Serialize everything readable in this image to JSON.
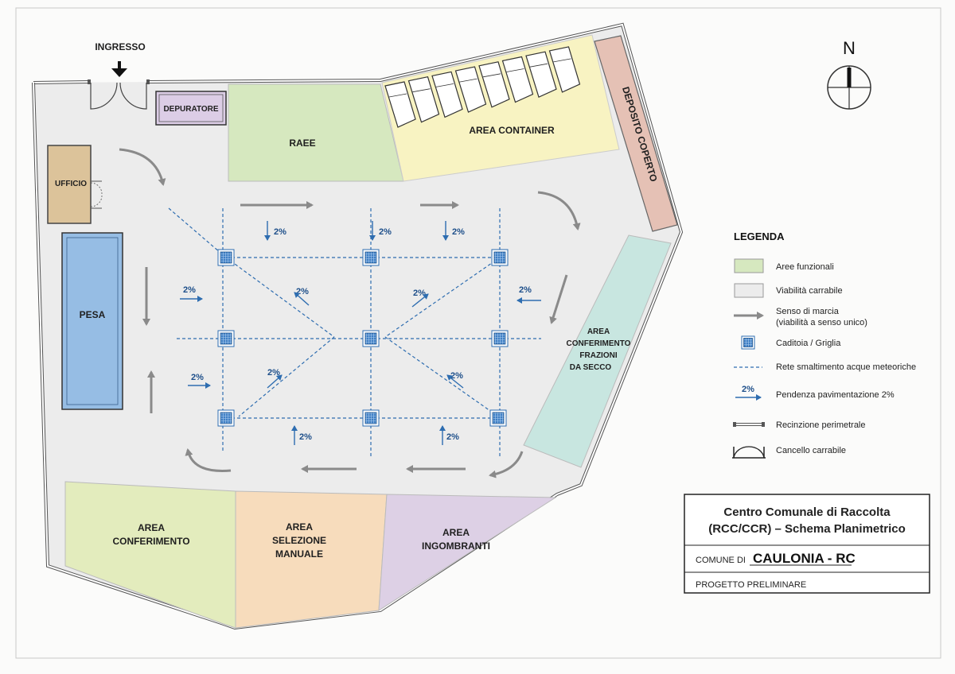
{
  "labels": {
    "ingresso": "INGRESSO",
    "depuratore": "DEPURATORE",
    "raee": "RAEE",
    "area_container": "AREA CONTAINER",
    "deposito_coperto": "DEPOSITO COPERTO",
    "ufficio": "UFFICIO",
    "pesa": "PESA",
    "conferimento_frazioni": [
      "AREA",
      "CONFERIMENTO",
      "FRAZIONI",
      "DA SECCO"
    ],
    "area_conferimento": [
      "AREA",
      "CONFERIMENTO"
    ],
    "area_selezione": [
      "AREA",
      "SELEZIONE",
      "MANUALE"
    ],
    "area_ingombranti": [
      "AREA",
      "INGOMBRANTI"
    ],
    "slope": "2%"
  },
  "north": "N",
  "legend": {
    "title": "LEGENDA",
    "items": [
      {
        "label": "Aree funzionali"
      },
      {
        "label": "Viabilità carrabile"
      },
      {
        "label": "Senso di marcia",
        "sub": "(viabilità a senso unico)"
      },
      {
        "label": "Caditoia / Griglia"
      },
      {
        "label": "Rete smaltimento acque meteoriche"
      },
      {
        "label": "Pendenza pavimentazione 2%",
        "icon_text": "2%"
      },
      {
        "label": "Recinzione perimetrale"
      },
      {
        "label": "Cancello carrabile"
      }
    ]
  },
  "title_block": {
    "title_line1": "Centro Comunale di Raccolta",
    "title_line2": "(RCC/CCR) – Schema Planimetrico",
    "comune_label": "COMUNE DI",
    "comune_value": "CAULONIA - RC",
    "phase": "PROGETTO PRELIMINARE"
  },
  "colors": {
    "functional_green": "#d6e8bf",
    "road_grey": "#ececec",
    "container_yellow": "#f8f3c2",
    "deposito_brown": "#e5c1b5",
    "ufficio_tan": "#dcc39a",
    "pesa_blue": "#96bde4",
    "depuratore_purple": "#dccde6",
    "frazioni_teal": "#c8e6e0",
    "conferimento_green": "#e3ecbd",
    "selezione_orange": "#f7dcbc",
    "ingombranti_purple": "#ddd0e5",
    "drain_blue": "#2e6db0",
    "arrow_grey": "#8a8a8a"
  }
}
